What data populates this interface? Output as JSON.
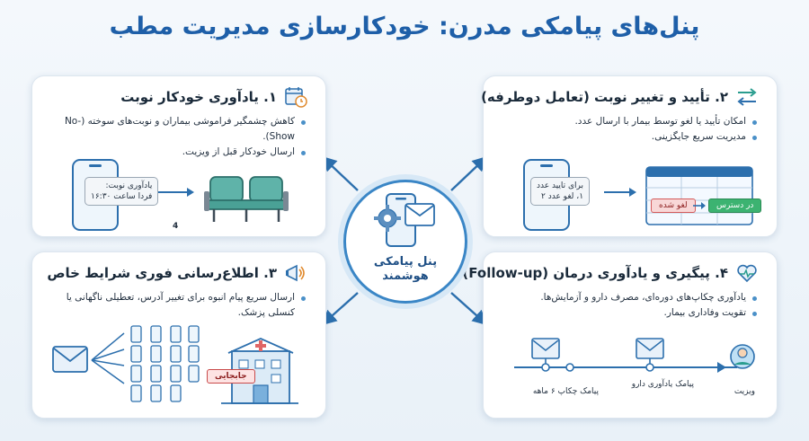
{
  "title": "پنل‌های پیامکی مدرن: خودکارسازی مدیریت مطب",
  "colors": {
    "accent": "#1e5fa8",
    "teal": "#2a9d8f",
    "green": "#3cb371",
    "red": "#e06666"
  },
  "center": {
    "label_line1": "پنل پیامکی",
    "label_line2": "هوشمند",
    "icons": [
      "phone-icon",
      "gear-icon",
      "envelope-icon"
    ]
  },
  "card1": {
    "title": "۱. یادآوری خودکار نوبت",
    "bullets": [
      "کاهش چشمگیر فراموشی بیماران و نوبت‌های سوخته (No-Show).",
      "ارسال خودکار قبل از ویزیت."
    ],
    "bubble_line1": "یادآوری نوبت:",
    "bubble_line2": "فردا ساعت ۱۶:۳۰",
    "count": "4",
    "icon": "calendar-clock-icon"
  },
  "card2": {
    "title": "۲. تأیید و تغییر نوبت (تعامل دوطرفه)",
    "bullets": [
      "امکان تأیید یا لغو توسط بیمار با ارسال عدد.",
      "مدیریت سریع جایگزینی."
    ],
    "bubble_line1": "برای تایید عدد",
    "bubble_line2": "۱، لغو عدد ۲",
    "cancelled_tag": "لغو شده",
    "available_tag": "در دسترس",
    "icon": "swap-arrows-icon"
  },
  "card3": {
    "title": "۳. اطلاع‌رسانی فوری شرایط خاص",
    "bullets": [
      "ارسال سریع پیام انبوه برای تغییر آدرس، تعطیلی ناگهانی یا کنسلی پزشک."
    ],
    "relocation_sign": "جابجایی",
    "icon": "megaphone-icon"
  },
  "card4": {
    "title": "۴. پیگیری و یادآوری درمان (Follow-up)",
    "bullets": [
      "یادآوری چکاپ‌های دوره‌ای، مصرف دارو و آزمایش‌ها.",
      "تقویت وفاداری بیمار."
    ],
    "timeline": [
      "ویزیت",
      "پیامک یادآوری دارو",
      "پیامک چکاپ ۶ ماهه"
    ],
    "icon": "heart-monitor-icon"
  }
}
